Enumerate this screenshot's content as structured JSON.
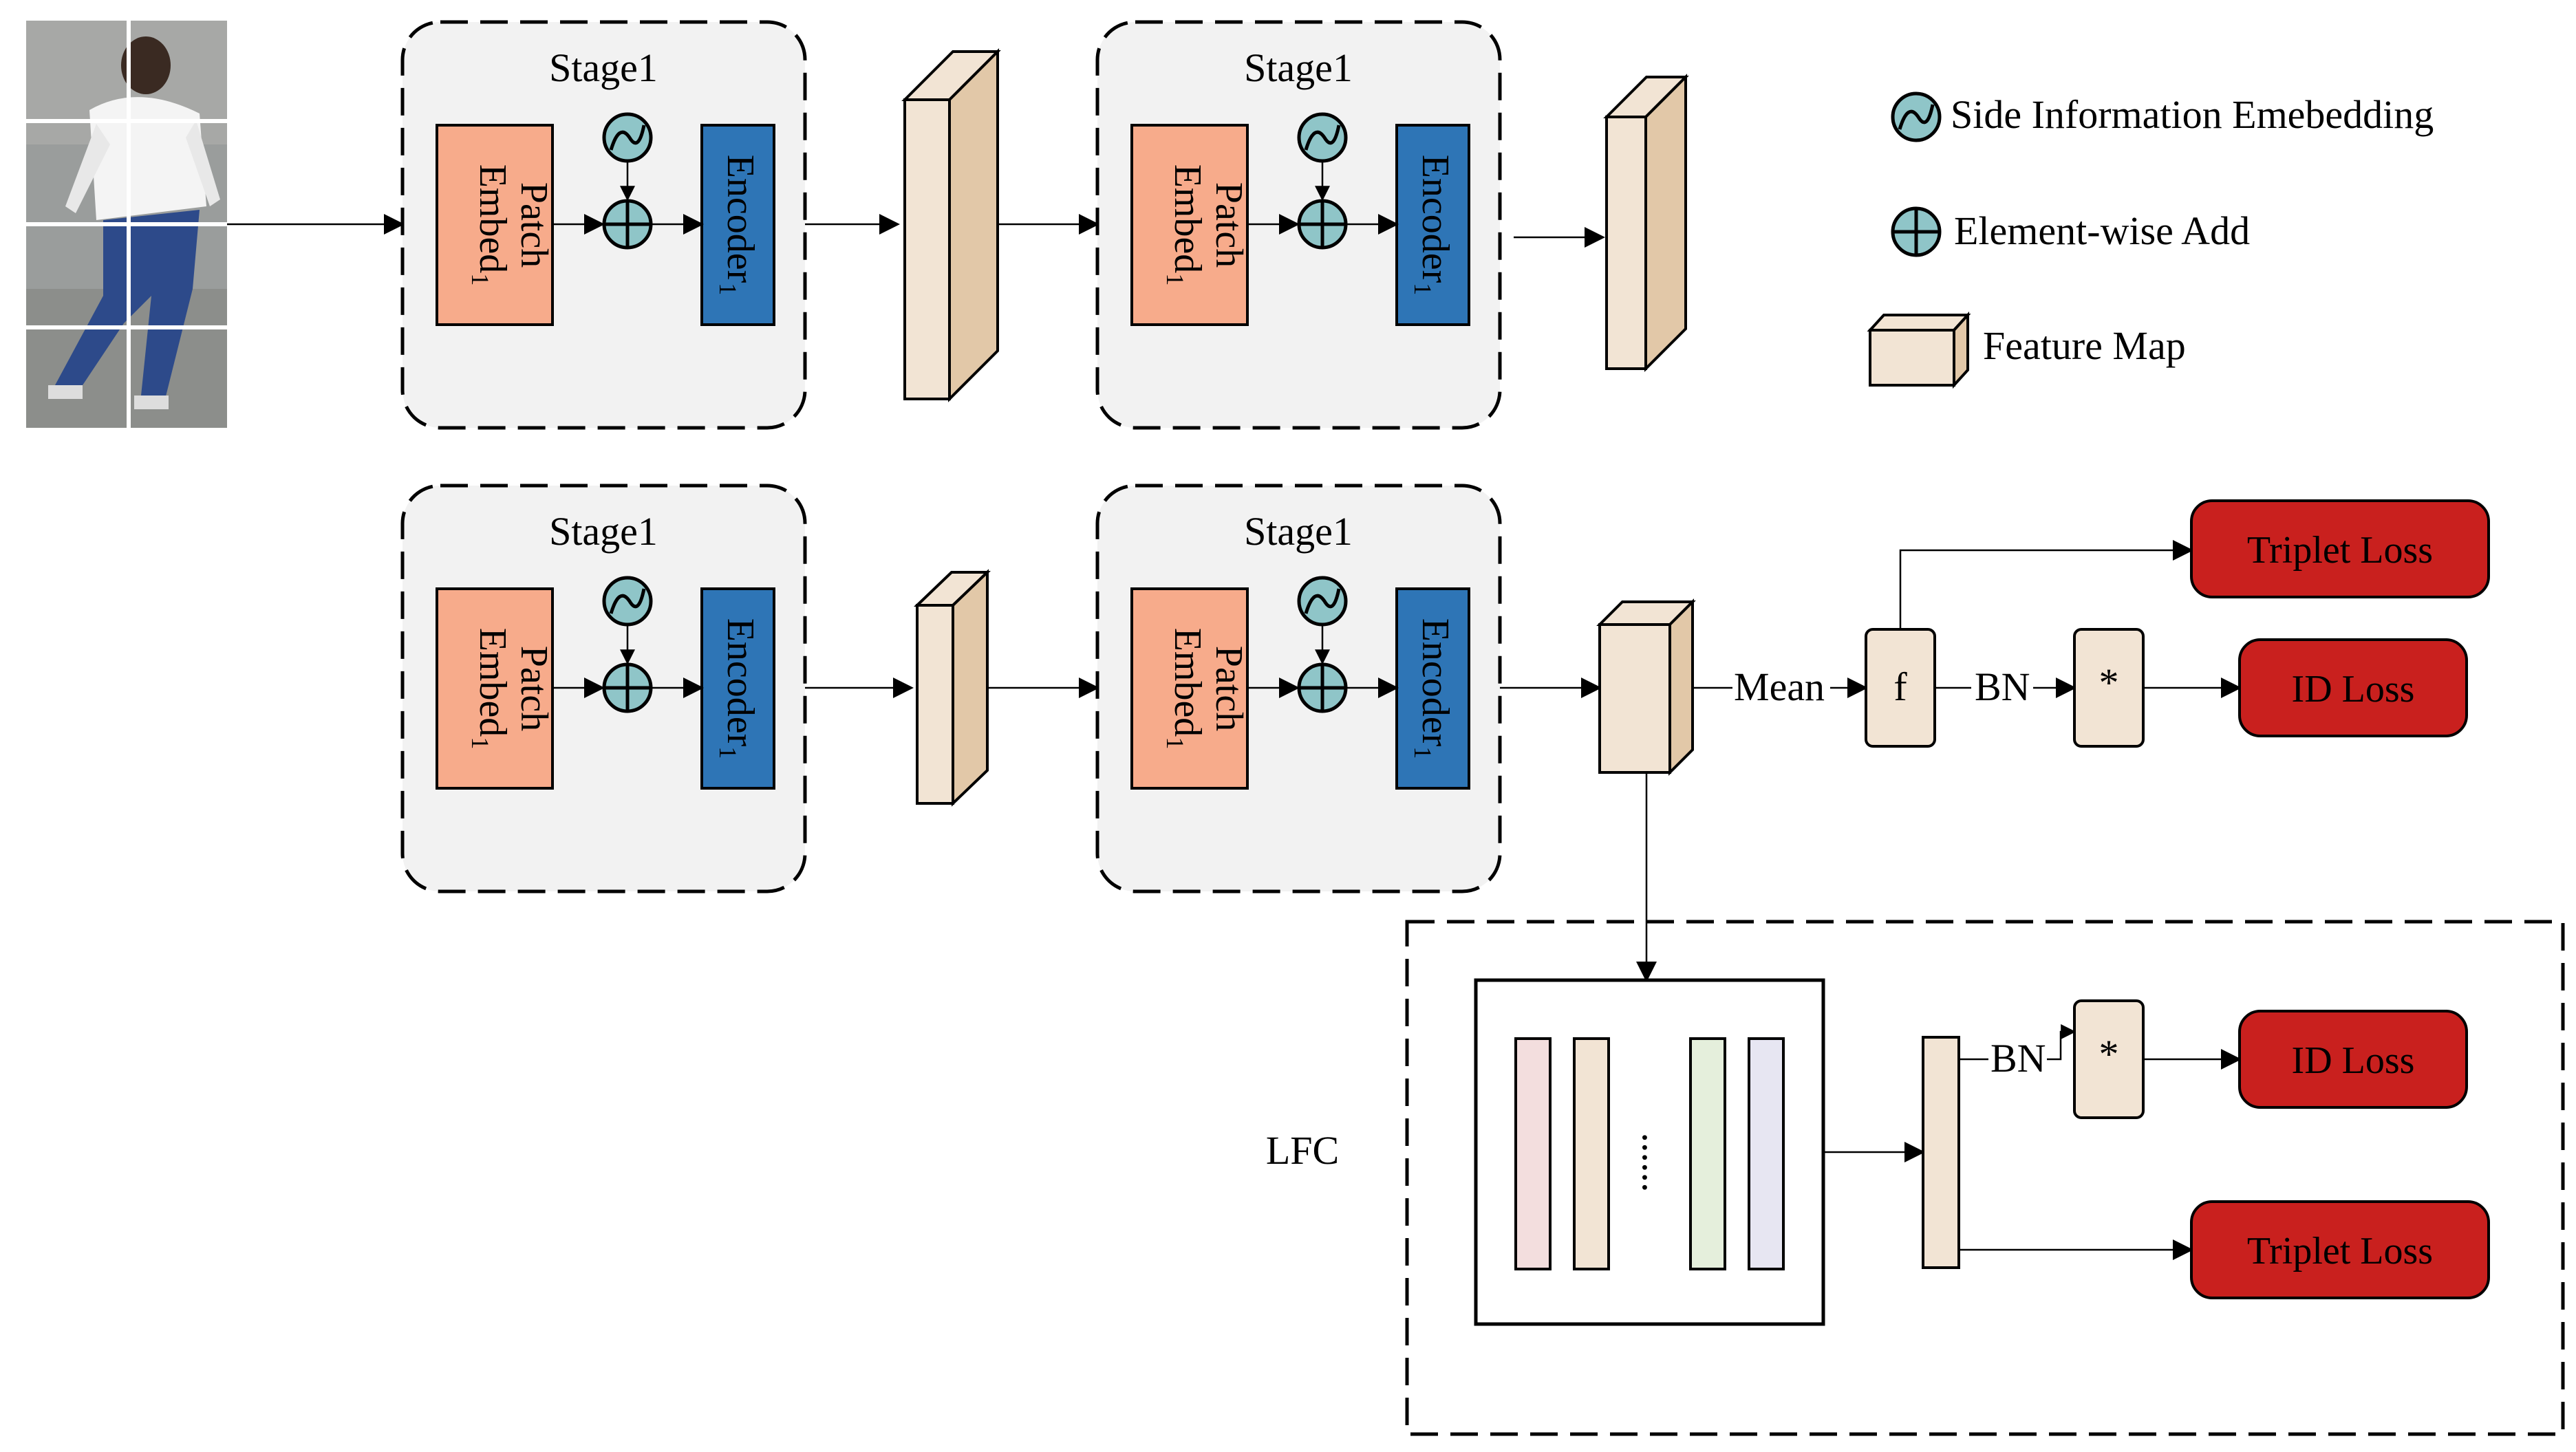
{
  "legend": {
    "side_info": "Side Information Emebedding",
    "element_add": "Element-wise Add",
    "feature_map": "Feature Map"
  },
  "stage_label": "Stage1",
  "patch_embed_label": "Patch",
  "patch_embed_label2": "Embed",
  "encoder_label": "Encoder",
  "subscript": "1",
  "mean_label": "Mean",
  "f_label": "f",
  "bn_label": "BN",
  "star_label": "*",
  "triplet_loss": "Triplet Loss",
  "id_loss": "ID Loss",
  "lfc_label": "LFC",
  "dots": "......",
  "colors": {
    "patch_embed": "#f7ab8b",
    "encoder": "#2e75b6",
    "feature_map_front": "#f2e4d4",
    "feature_map_side": "#e2c8a8",
    "stage_bg": "#f2f2f2",
    "loss": "#c9201e",
    "circle": "#8fc5c8"
  }
}
